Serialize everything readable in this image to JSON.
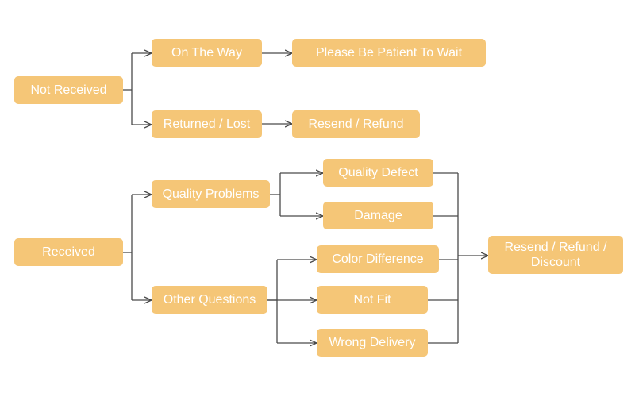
{
  "colors": {
    "node_fill": "#f5c677",
    "node_text": "#ffffff",
    "connector": "#4a4a4a"
  },
  "nodes": {
    "not_received": "Not Received",
    "on_the_way": "On The Way",
    "please_wait": "Please Be Patient To Wait",
    "returned_lost": "Returned / Lost",
    "resend_refund": "Resend / Refund",
    "received": "Received",
    "quality_problems": "Quality Problems",
    "quality_defect": "Quality Defect",
    "damage": "Damage",
    "other_questions": "Other Questions",
    "color_difference": "Color Difference",
    "not_fit": "Not Fit",
    "wrong_delivery": "Wrong Delivery",
    "resend_refund_discount": "Resend / Refund / Discount"
  }
}
